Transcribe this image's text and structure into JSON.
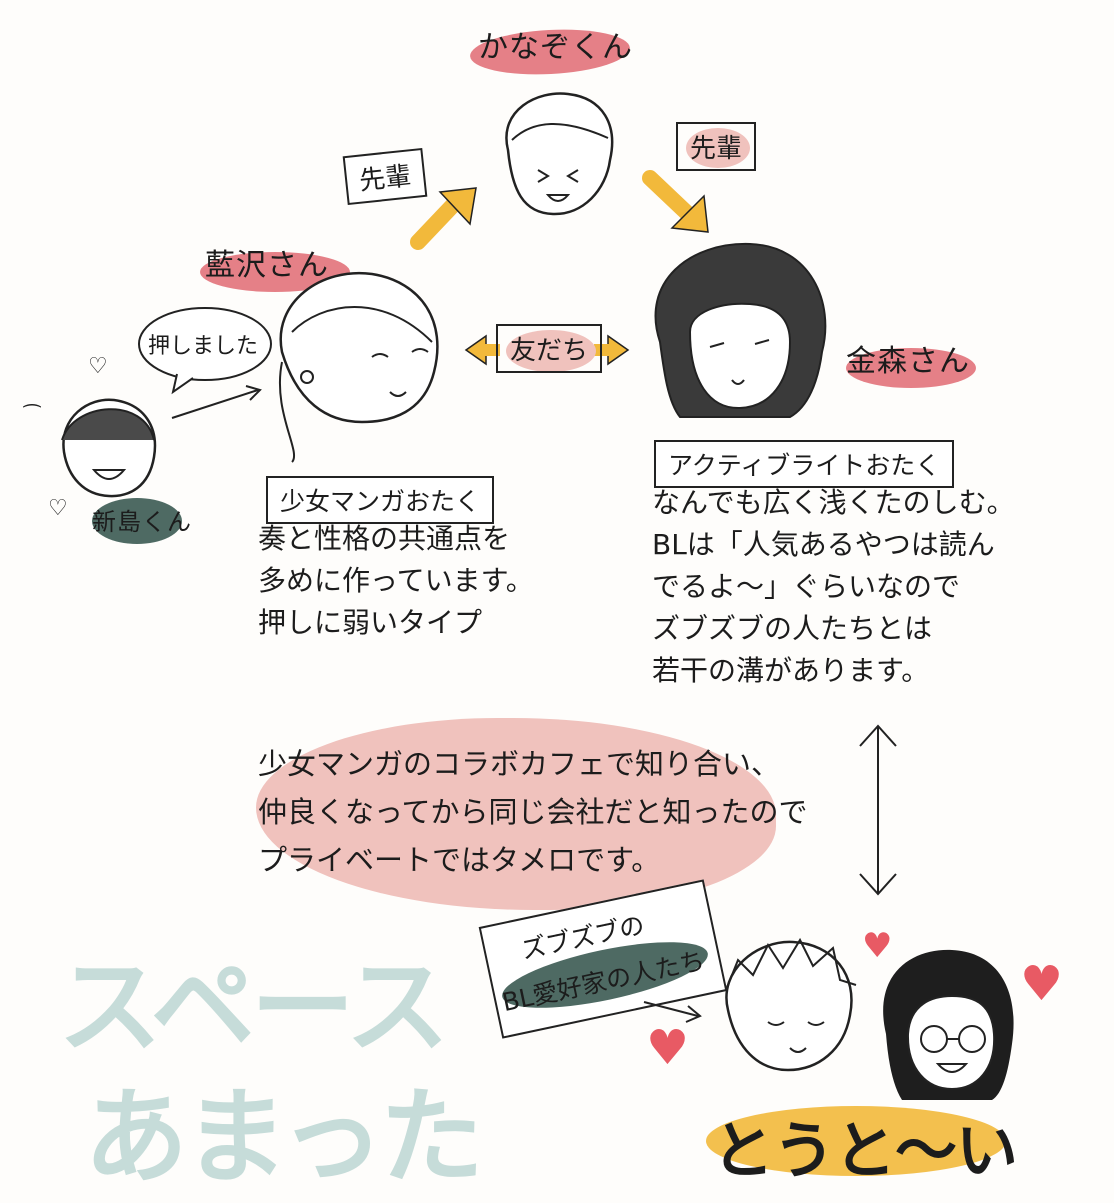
{
  "characters": {
    "kanazo": {
      "name": "かなぞくん"
    },
    "aizawa": {
      "name": "藍沢さん",
      "tag": "少女マンガおたく",
      "desc": [
        "奏と性格の共通点を",
        "多めに作っています。",
        "押しに弱いタイプ"
      ]
    },
    "kanamori": {
      "name": "金森さん",
      "tag": "アクティブライトおたく",
      "desc": [
        "なんでも広く浅くたのしむ。",
        "BLは「人気あるやつは読ん",
        "でるよ〜」ぐらいなので",
        "ズブズブの人たちとは",
        "若干の溝があります。"
      ]
    },
    "niijima": {
      "name": "新島くん"
    }
  },
  "relations": {
    "senpai_left": "先輩",
    "senpai_right": "先輩",
    "friends": "友だち",
    "pushed": "押しました"
  },
  "note": {
    "lines": [
      "少女マンガのコラボカフェで知り合い、",
      "仲良くなってから同じ会社だと知ったので",
      "プライベートではタメロです。"
    ]
  },
  "fans": {
    "label_line1": "ズブズブの",
    "label_line2": "BL愛好家の人たち",
    "exclaim": "とうと〜い"
  },
  "watermark": {
    "line1": "スペース",
    "line2": "あまった"
  },
  "colors": {
    "red_blob": "#e06a72",
    "pink_blob": "#f0c2bd",
    "green_blob": "#4e6a63",
    "arrow_orange": "#f2b93b",
    "watermark": "#c6dcd9",
    "heart": "#e85a64"
  }
}
